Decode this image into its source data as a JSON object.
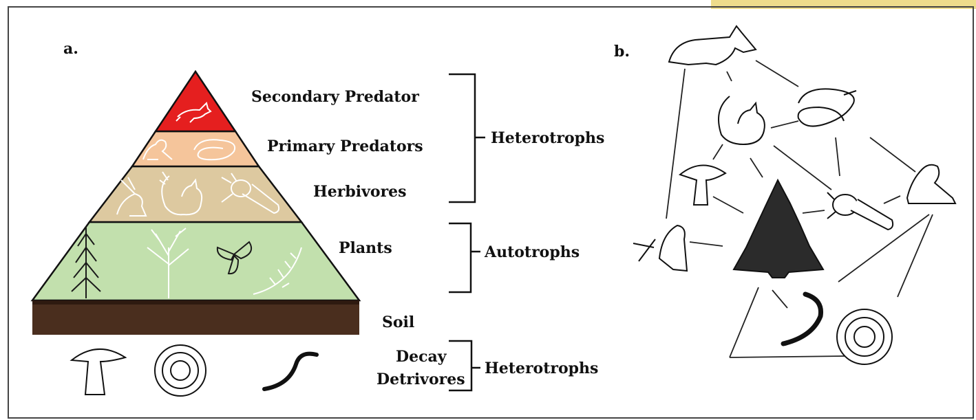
{
  "panels": {
    "a_label": "a.",
    "b_label": "b."
  },
  "pyramid": {
    "levels": [
      {
        "label": "Secondary Predator",
        "color": "#e51f1f",
        "organisms": [
          "fox-icon"
        ]
      },
      {
        "label": "Primary Predators",
        "color": "#f5c59b",
        "organisms": [
          "frog-icon",
          "snake-icon"
        ]
      },
      {
        "label": "Herbivores",
        "color": "#ddc9a0",
        "organisms": [
          "bird-icon",
          "squirrel-icon",
          "beetle-icon"
        ]
      },
      {
        "label": "Plants",
        "color": "#c2e0ad",
        "organisms": [
          "pine-tree-icon",
          "bare-tree-icon",
          "flower-icon",
          "fern-icon"
        ]
      }
    ],
    "soil": {
      "label": "Soil",
      "color": "#4a2e1e"
    },
    "below_soil": {
      "label_line1": "Decay",
      "label_line2": "Detrivores",
      "organisms": [
        "mushroom-icon",
        "millipede-icon",
        "worm-icon"
      ]
    }
  },
  "groups": {
    "upper": "Heterotrophs",
    "middle": "Autotrophs",
    "lower": "Heterotrophs"
  },
  "web": {
    "nodes": [
      "fox",
      "squirrel",
      "snake",
      "mushroom",
      "frog",
      "beetle",
      "bird",
      "pine-tree",
      "worm",
      "millipede"
    ]
  },
  "colors": {
    "accent_corner": "#eedc8c",
    "border": "#444444"
  }
}
